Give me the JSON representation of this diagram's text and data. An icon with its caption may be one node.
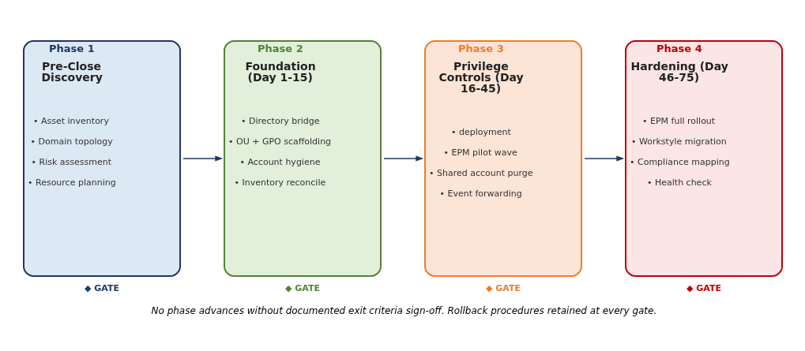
{
  "diagram": {
    "caption": "No phase advances without documented exit criteria sign-off. Rollback procedures retained at every gate.",
    "nodes": [
      {
        "text": [
          "Phase 1",
          "Pre-Close Discovery",
          "• Asset inventory",
          "• Domain topology",
          "• Risk assessment",
          "• Resource planning"
        ],
        "beside": [
          "◆ GATE"
        ]
      },
      {
        "text": [
          "Phase 2",
          "Foundation (Day 1-15)",
          "• Directory bridge",
          "• OU + GPO scaffolding",
          "• Account hygiene",
          "• Inventory reconcile"
        ],
        "beside": [
          "◆ GATE"
        ]
      },
      {
        "text": [
          "Phase 3",
          "Privilege Controls (Day 16-45)",
          "• deployment",
          "• EPM pilot wave",
          "• Shared account purge",
          "• Event forwarding"
        ],
        "beside": [
          "◆ GATE"
        ]
      },
      {
        "text": [
          "Phase 4",
          "Hardening (Day 46-75)",
          "• EPM full rollout",
          "• Workstyle migration",
          "• Compliance mapping",
          "• Health check"
        ],
        "beside": [
          "◆ GATE"
        ]
      }
    ],
    "edges": [
      {
        "from": 0,
        "to": 1,
        "arrow": "to"
      },
      {
        "from": 1,
        "to": 2,
        "arrow": "to"
      },
      {
        "from": 2,
        "to": 3,
        "arrow": "to"
      }
    ]
  }
}
